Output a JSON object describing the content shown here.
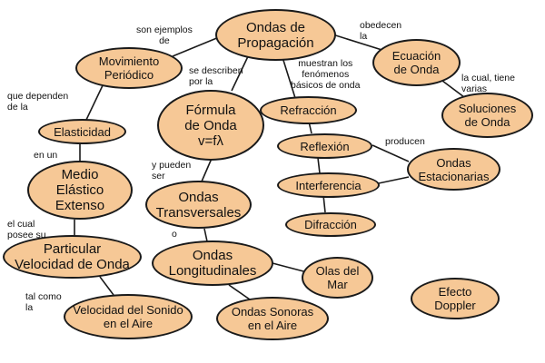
{
  "nodes": {
    "ondas_propagacion": "Ondas de\nPropagación",
    "movimiento_periodico": "Movimiento\nPeriódico",
    "ecuacion_onda": "Ecuación\nde Onda",
    "soluciones_onda": "Soluciones\nde Onda",
    "formula_onda": "Fórmula\nde Onda\nv=fλ",
    "refraccion": "Refracción",
    "reflexion": "Reflexión",
    "interferencia": "Interferencia",
    "difraccion": "Difracción",
    "ondas_estacionarias": "Ondas\nEstacionarias",
    "elasticidad": "Elasticidad",
    "medio_elastico": "Medio\nElástico\nExtenso",
    "particular_velocidad": "Particular\nVelocidad de Onda",
    "velocidad_sonido": "Velocidad del Sonido\nen el Aire",
    "ondas_transversales": "Ondas\nTransversales",
    "ondas_longitudinales": "Ondas\nLongitudinales",
    "olas_mar": "Olas del\nMar",
    "ondas_sonoras": "Ondas Sonoras\nen el Aire",
    "efecto_doppler": "Efecto\nDoppler"
  },
  "labels": {
    "son_ejemplos_de": "son ejemplos\nde",
    "obedecen_la": "obedecen\nla",
    "la_cual_tiene_varias": "la cual, tiene\nvarias",
    "se_describen_por_la": "se describen\npor la",
    "muestran_fenomenos": "muestran los\nfenómenos\nbásicos de onda",
    "que_dependen_de_la": "que dependen\nde la",
    "producen": "producen",
    "en_un": "en un",
    "y_pueden_ser": "y pueden\nser",
    "el_cual_posee_su": "el cual\nposee su",
    "o": "o",
    "tal_como_la": "tal como\nla"
  }
}
